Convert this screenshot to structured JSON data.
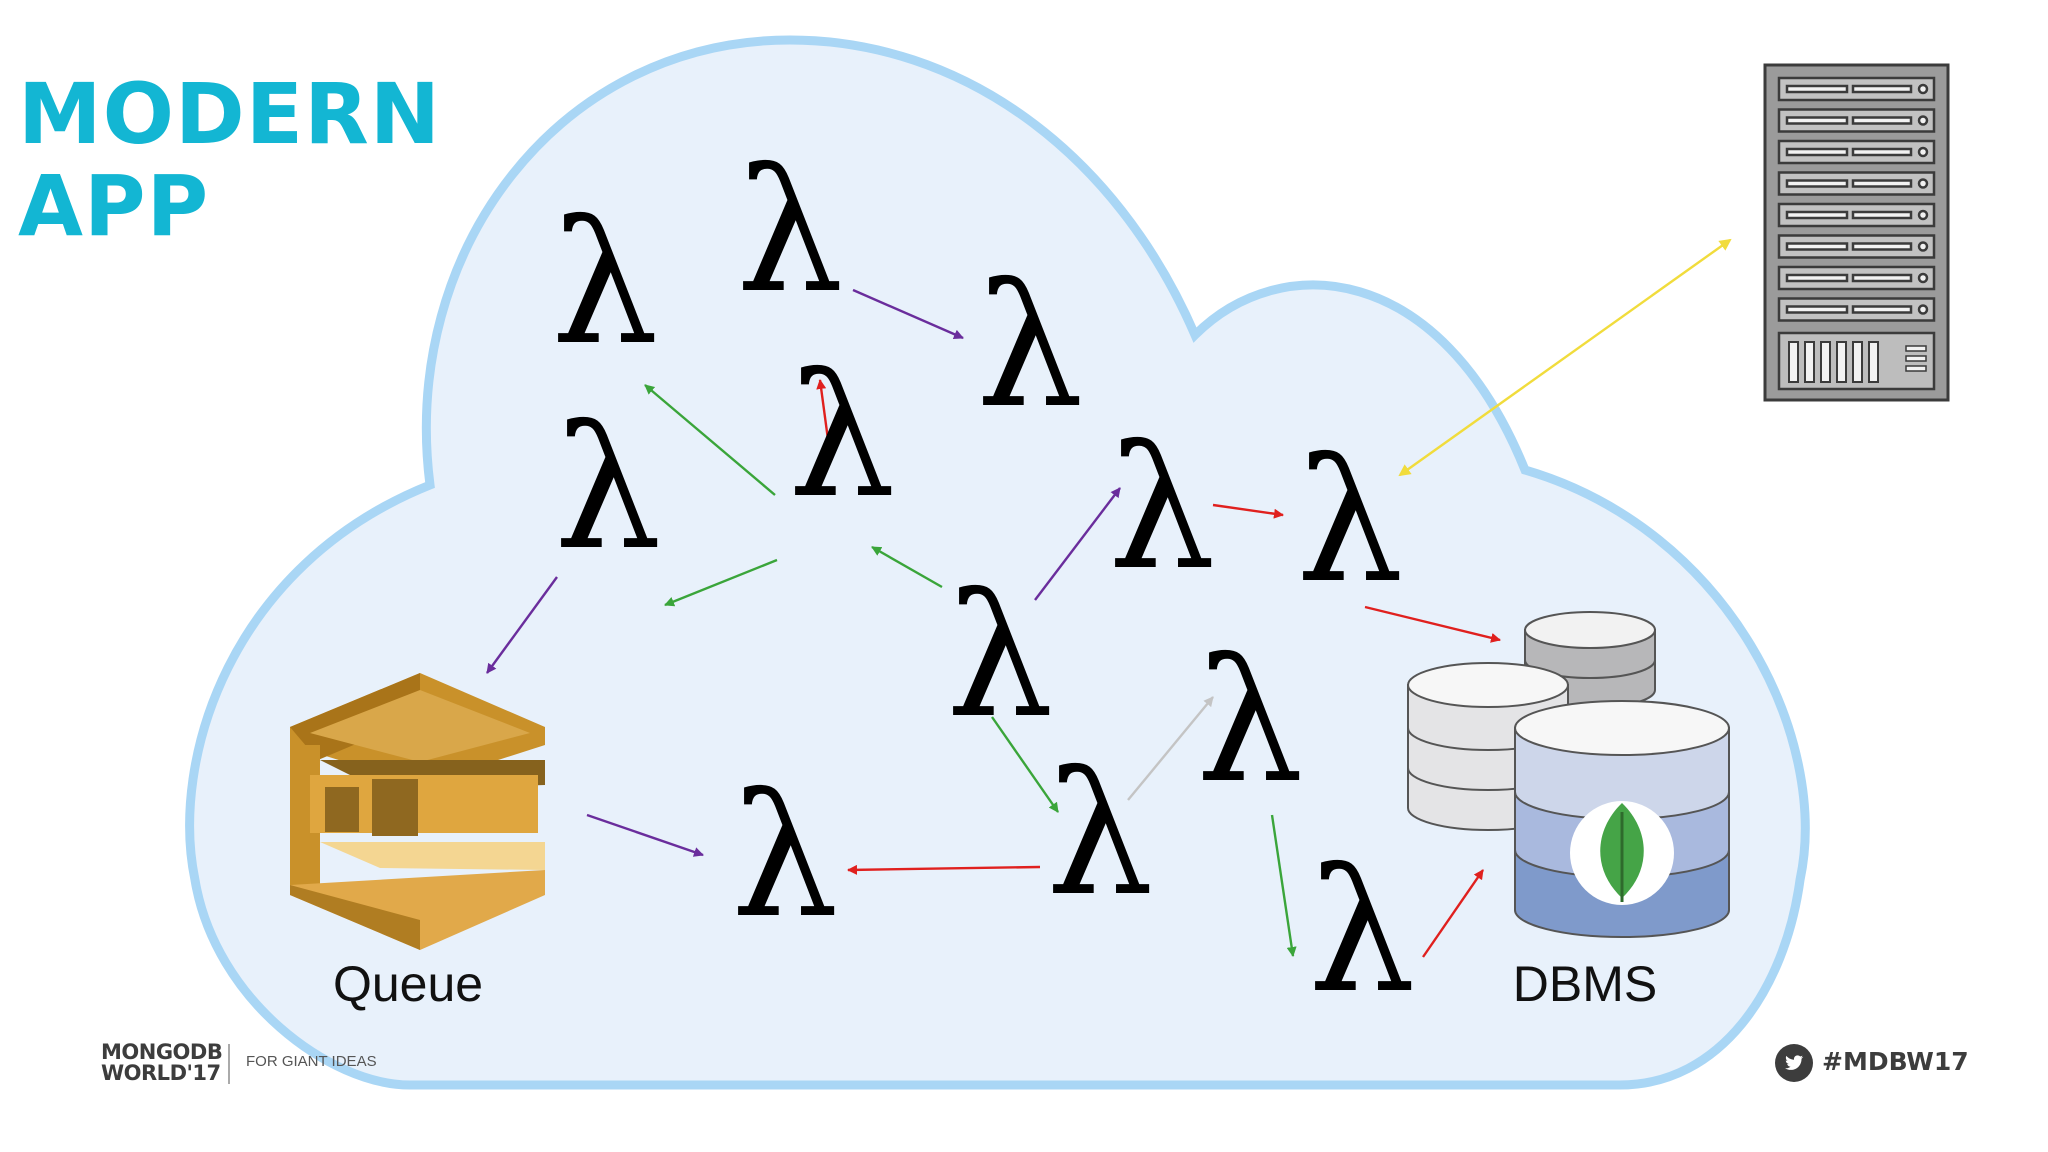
{
  "title": {
    "line1": "MODERN",
    "line2": "APP"
  },
  "diagram": {
    "lambda_symbol": "λ",
    "queue_label": "Queue",
    "dbms_label": "DBMS",
    "arrow_colors": {
      "purple": "#6a2d9c",
      "green": "#3aa53a",
      "red": "#e0201e",
      "yellow": "#f1dc3c",
      "gray": "#c4c4c4"
    },
    "icons": [
      "cloud-icon",
      "queue-icon",
      "database-stack-icon",
      "mongodb-leaf-icon",
      "server-rack-icon"
    ]
  },
  "footer": {
    "brand_line1": "MONGODB",
    "brand_line2": "WORLD'17",
    "tagline": "FOR GIANT IDEAS",
    "hashtag": "#MDBW17"
  }
}
